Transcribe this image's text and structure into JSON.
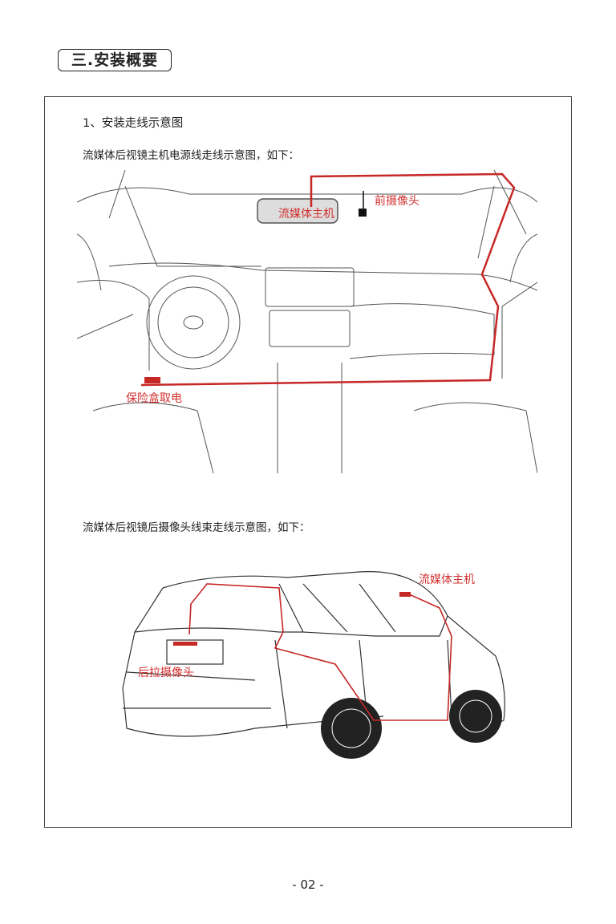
{
  "section_title": "三.安装概要",
  "heading": "1、安装走线示意图",
  "diagram1": {
    "caption": "流媒体后视镜主机电源线走线示意图，如下：",
    "labels": {
      "host": "流媒体主机",
      "front_camera": "前摄像头",
      "fuse_box": "保险盒取电"
    }
  },
  "diagram2": {
    "caption": "流媒体后视镜后摄像头线束走线示意图，如下：",
    "labels": {
      "host": "流媒体主机",
      "rear_camera": "后拉摄像头"
    }
  },
  "page_number": "- 02 -",
  "colors": {
    "wire": "#c62826",
    "label": "#d0302e"
  }
}
